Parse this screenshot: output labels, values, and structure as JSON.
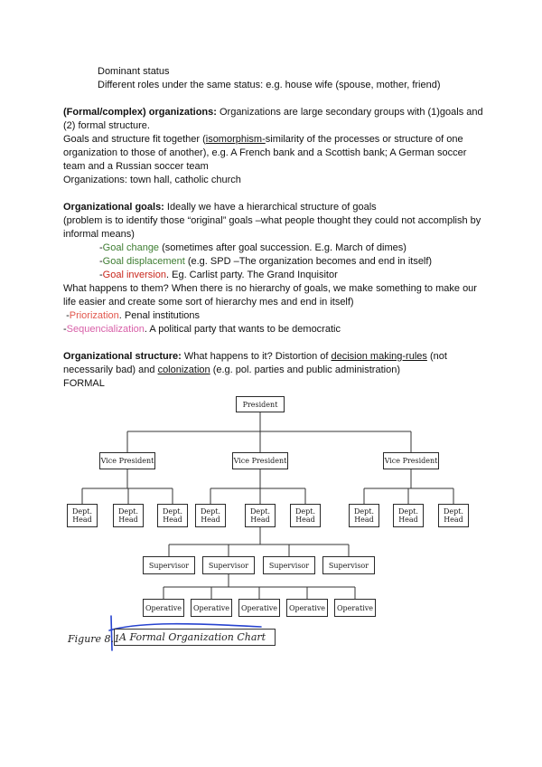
{
  "colors": {
    "goal_change_green": "#3e7d32",
    "goal_inversion_red": "#c9271c",
    "priorization_salmon": "#e2574d",
    "sequencialization_magenta": "#d85fa8",
    "pen_annotation_blue": "#2743cf"
  },
  "notes": {
    "b1l1": "Dominant status",
    "b1l2": "Different roles under the same status: e.g. house wife (spouse, mother, friend)",
    "b2a_bold": "(Formal/complex) organizations:",
    "b2a_rest": " Organizations are large secondary groups with (1)goals and (2) formal structure.",
    "b2b_pre": "Goals and structure fit together (",
    "b2b_u": "isomorphism-",
    "b2b_post": "similarity of the processes or structure of one organization to those of another), e.g. A French bank and a Scottish bank; A German soccer team and a Russian soccer team",
    "b2c": "Organizations: town hall, catholic church",
    "b3a_bold": "Organizational goals:",
    "b3a_rest": " Ideally we have a hierarchical structure of goals",
    "b3b": "(problem is to identify those “original” goals –what people thought they could not accomplish by informal means)",
    "b3c_dash": "-",
    "b3c_colored": "Goal change",
    "b3c_rest": " (sometimes after goal succession. E.g. March of dimes)",
    "b3d_dash": "-",
    "b3d_colored": "Goal displacement",
    "b3d_rest": " (e.g. SPD –The organization becomes and end in itself)",
    "b3e_dash": "-",
    "b3e_colored": "Goal inversion",
    "b3e_rest": ". Eg. Carlist party. The Grand Inquisitor",
    "b3f": "What happens to them? When there is no hierarchy of goals, we make something to make our life easier and create some sort of hierarchy mes and end in itself)",
    "b3g_dash": " -",
    "b3g_colored": "Priorization",
    "b3g_rest": ". Penal institutions",
    "b3h_dash": "-",
    "b3h_colored": "Sequencialization",
    "b3h_rest": ". A political party that wants to be democratic",
    "b4_bold": "Organizational structure:",
    "b4_rest1": " What happens to it? Distortion of ",
    "b4_u1": "decision making-rules",
    "b4_rest2": " (not necessarily bad) and ",
    "b4_u2": "colonization",
    "b4_rest3": " (e.g. pol. parties and public administration)",
    "b4_formal": "FORMAL"
  },
  "chart": {
    "president": "President",
    "vice_presidents": [
      "Vice President",
      "Vice President",
      "Vice President"
    ],
    "dept_heads": [
      "Dept. Head",
      "Dept. Head",
      "Dept. Head",
      "Dept. Head",
      "Dept. Head",
      "Dept. Head",
      "Dept. Head",
      "Dept. Head",
      "Dept. Head"
    ],
    "supervisors": [
      "Supervisor",
      "Supervisor",
      "Supervisor",
      "Supervisor"
    ],
    "operatives": [
      "Operative",
      "Operative",
      "Operative",
      "Operative",
      "Operative"
    ],
    "caption_label": "Figure 8.1",
    "caption_title": "A Formal Organization Chart"
  }
}
